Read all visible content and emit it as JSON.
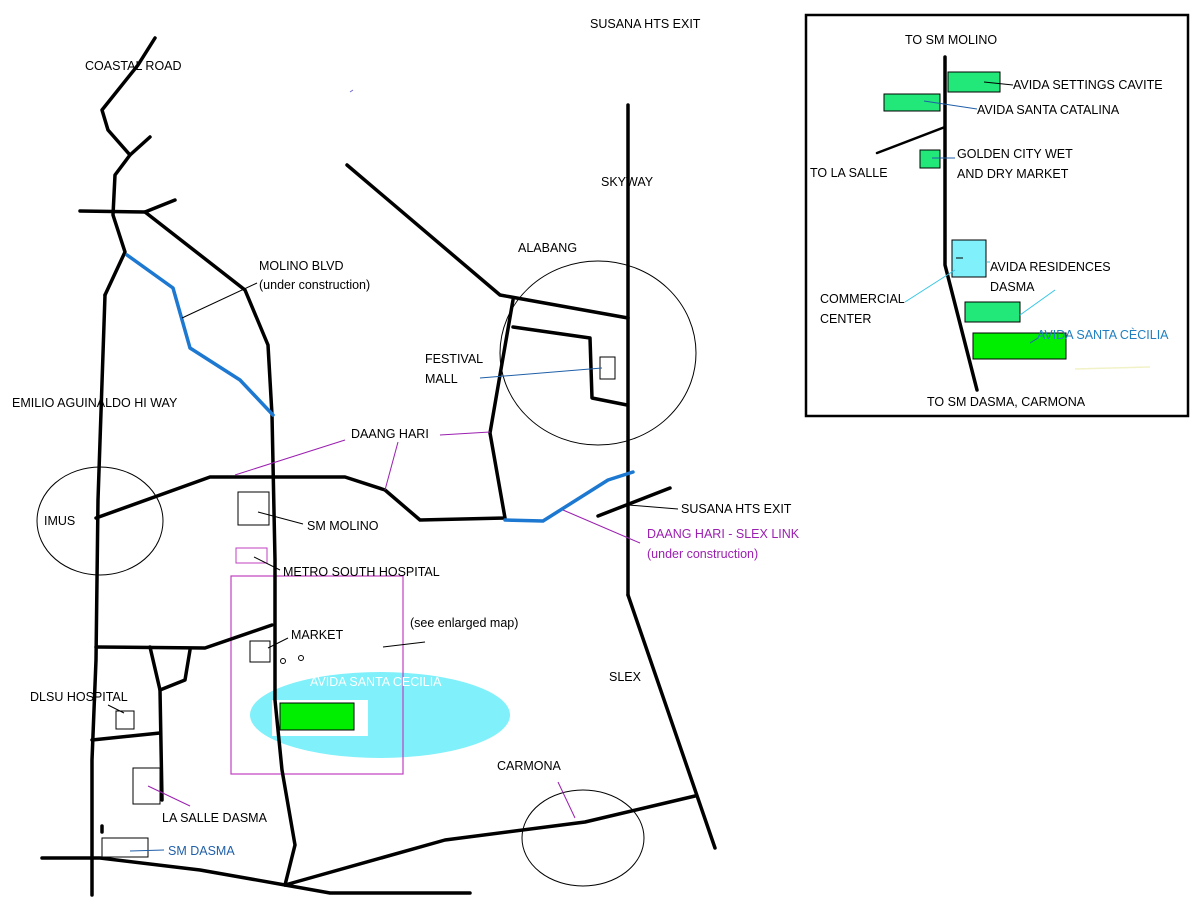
{
  "main_map": {
    "labels": {
      "coastal_road": "COASTAL ROAD",
      "susana_hts_exit_top": "SUSANA HTS EXIT",
      "skyway": "SKYWAY",
      "alabang": "ALABANG",
      "molino_blvd": "MOLINO BLVD",
      "molino_note": "(under construction)",
      "festival_mall_1": "FESTIVAL",
      "festival_mall_2": "MALL",
      "emilio_aguinaldo": "EMILIO AGUINALDO HI WAY",
      "daang_hari": "DAANG HARI",
      "imus": "IMUS",
      "sm_molino": "SM MOLINO",
      "susana_hts_exit": "SUSANA HTS EXIT",
      "slex_link": "DAANG HARI - SLEX LINK",
      "slex_link_note": "(under construction)",
      "metro_south": "METRO SOUTH HOSPITAL",
      "market": "MARKET",
      "see_enlarged": "(see enlarged map)",
      "avida_cecilia": "AVIDA SANTA CECILIA",
      "slex": "SLEX",
      "dlsu_hospital": "DLSU HOSPITAL",
      "carmona": "CARMONA",
      "la_salle_dasma": "LA SALLE DASMA",
      "sm_dasma": "SM DASMA"
    }
  },
  "inset_map": {
    "labels": {
      "to_sm_molino": "TO SM MOLINO",
      "avida_settings": "AVIDA SETTINGS CAVITE",
      "avida_catalina": "AVIDA SANTA CATALINA",
      "to_la_salle": "TO LA SALLE",
      "golden_city_1": "GOLDEN CITY WET",
      "golden_city_2": "AND DRY MARKET",
      "avida_residences_1": "AVIDA RESIDENCES",
      "avida_residences_2": "DASMA",
      "commercial_1": "COMMERCIAL",
      "commercial_2": "CENTER",
      "avida_cecilia": "AVIDA SANTA CÈCILIA",
      "to_sm_dasma": "TO SM DASMA, CARMONA"
    }
  },
  "colors": {
    "road": "#000000",
    "new_road": "#1c78d0",
    "development_green": "#00ee00",
    "development_light_green": "#22e87a",
    "highlight_cyan": "#80f0fa",
    "annotation_purple": "#9b1fb0"
  }
}
